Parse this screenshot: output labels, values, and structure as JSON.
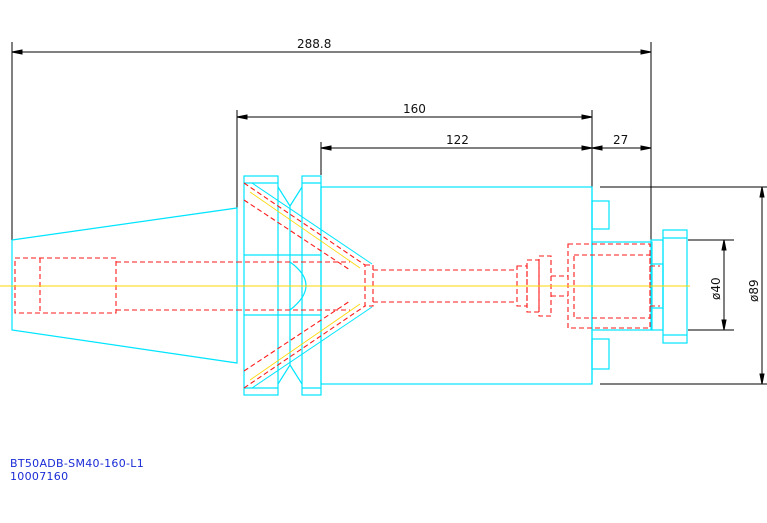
{
  "dimensions": {
    "overall_length": "288.8",
    "length_160": "160",
    "length_122": "122",
    "length_27": "27",
    "diameter_40": "ø40",
    "diameter_89": "ø89"
  },
  "title_block": {
    "model": "BT50ADB-SM40-160-L1",
    "part_number": "10007160"
  },
  "colors": {
    "outline": "#00e5ff",
    "hidden": "#ff1a1a",
    "centerline": "#ffd700",
    "dimension": "#000000",
    "label": "#1a2bd6"
  }
}
